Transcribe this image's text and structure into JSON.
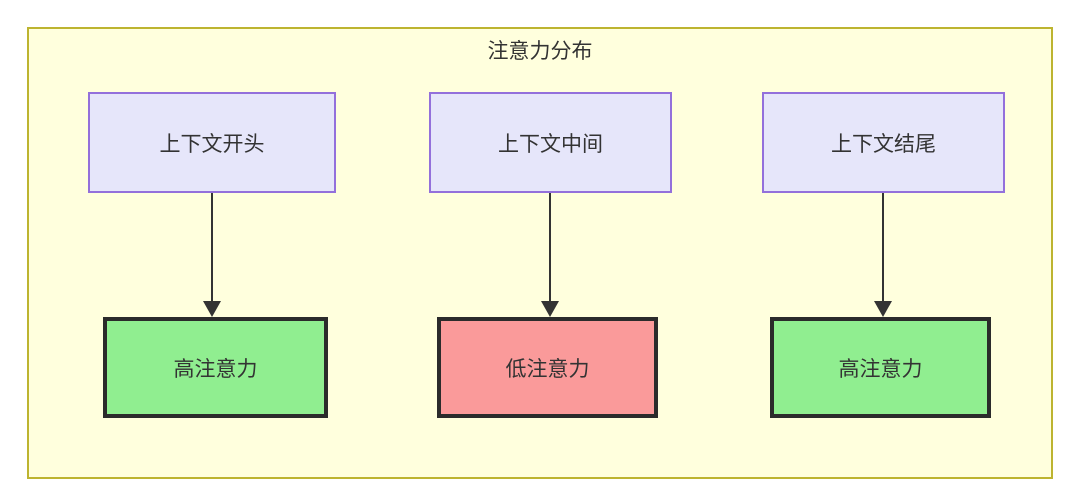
{
  "diagram": {
    "type": "flowchart",
    "container": {
      "title": "注意力分布",
      "fill_color": "#ffffdd",
      "border_color": "#bdb430"
    },
    "nodes": [
      {
        "id": "ctx-start",
        "label": "上下文开头",
        "role": "context-segment",
        "fill_color": "#e6e6fa",
        "border_color": "#9370db"
      },
      {
        "id": "ctx-mid",
        "label": "上下文中间",
        "role": "context-segment",
        "fill_color": "#e6e6fa",
        "border_color": "#9370db"
      },
      {
        "id": "ctx-end",
        "label": "上下文结尾",
        "role": "context-segment",
        "fill_color": "#e6e6fa",
        "border_color": "#9370db"
      },
      {
        "id": "attn-start",
        "label": "高注意力",
        "role": "attention-level",
        "fill_color": "#90ee90",
        "border_color": "#2b2b2b"
      },
      {
        "id": "attn-mid",
        "label": "低注意力",
        "role": "attention-level",
        "fill_color": "#fa9a9a",
        "border_color": "#2b2b2b"
      },
      {
        "id": "attn-end",
        "label": "高注意力",
        "role": "attention-level",
        "fill_color": "#90ee90",
        "border_color": "#2b2b2b"
      }
    ],
    "edges": [
      {
        "id": "edge-1",
        "from": "ctx-start",
        "to": "attn-start",
        "label": "",
        "arrow": "down-arrow-icon"
      },
      {
        "id": "edge-2",
        "from": "ctx-mid",
        "to": "attn-mid",
        "label": "",
        "arrow": "down-arrow-icon"
      },
      {
        "id": "edge-3",
        "from": "ctx-end",
        "to": "attn-end",
        "label": "",
        "arrow": "down-arrow-icon"
      }
    ]
  }
}
